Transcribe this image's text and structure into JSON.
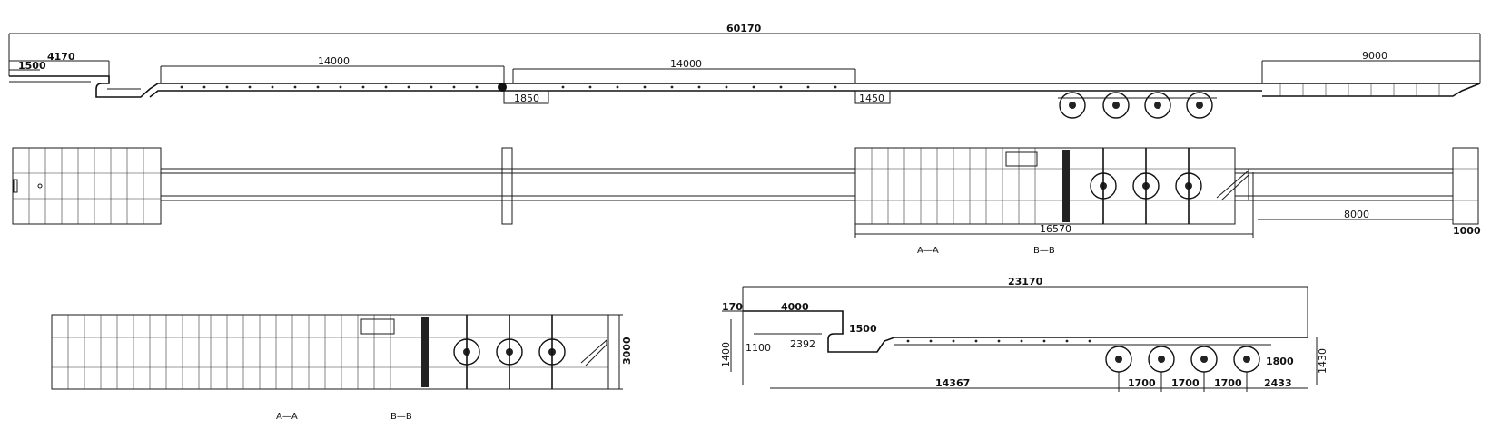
{
  "side_view": {
    "overall_length": "60170",
    "gooseneck_length": "4170",
    "gooseneck_front": "1500",
    "deck_section_1": "14000",
    "deck_section_2": "14000",
    "joint_1": "1850",
    "joint_2": "1450",
    "rear_section": "9000"
  },
  "top_view": {
    "bogie_length": "16570",
    "rear_extension": "8000",
    "rear_width": "1000",
    "section_a": "A—A",
    "section_b": "B—B"
  },
  "retracted_top_view": {
    "width": "3000",
    "section_a": "A—A",
    "section_b": "B—B"
  },
  "retracted_side_view": {
    "overall_length": "23170",
    "front_overhang": "170",
    "neck_length": "4000",
    "neck_step": "1500",
    "neck_height": "1400",
    "kingpin_height": "1100",
    "kingpin_offset": "2392",
    "deck_length": "14367",
    "rear_height": "1430",
    "rear_step": "1800",
    "axle_spacing_1": "1700",
    "axle_spacing_2": "1700",
    "axle_spacing_3": "1700",
    "rear_overhang": "2433"
  }
}
